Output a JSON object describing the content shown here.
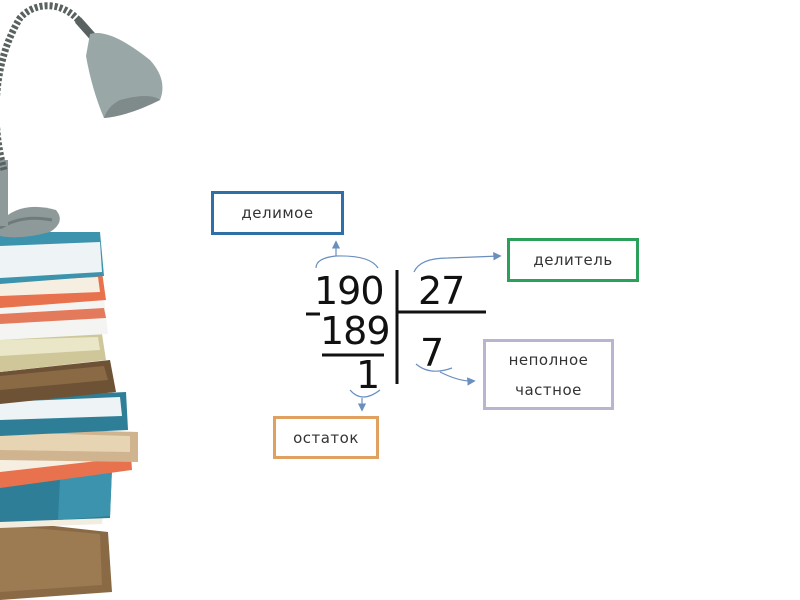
{
  "division": {
    "dividend": "190",
    "divisor": "27",
    "subtrahend": "189",
    "quotient": "7",
    "remainder": "1"
  },
  "labels": {
    "dividend": "делимое",
    "divisor": "делитель",
    "quotient_line1": "неполное",
    "quotient_line2": "частное",
    "remainder": "остаток"
  },
  "colors": {
    "dividend_box": "#2f6fa8",
    "divisor_box": "#2aa05a",
    "quotient_box": "#b9b4cf",
    "remainder_box": "#e0a060",
    "arrows": "#6a8fbf"
  },
  "decor": {
    "left_illustration": "desk-lamp-over-stack-of-books"
  }
}
